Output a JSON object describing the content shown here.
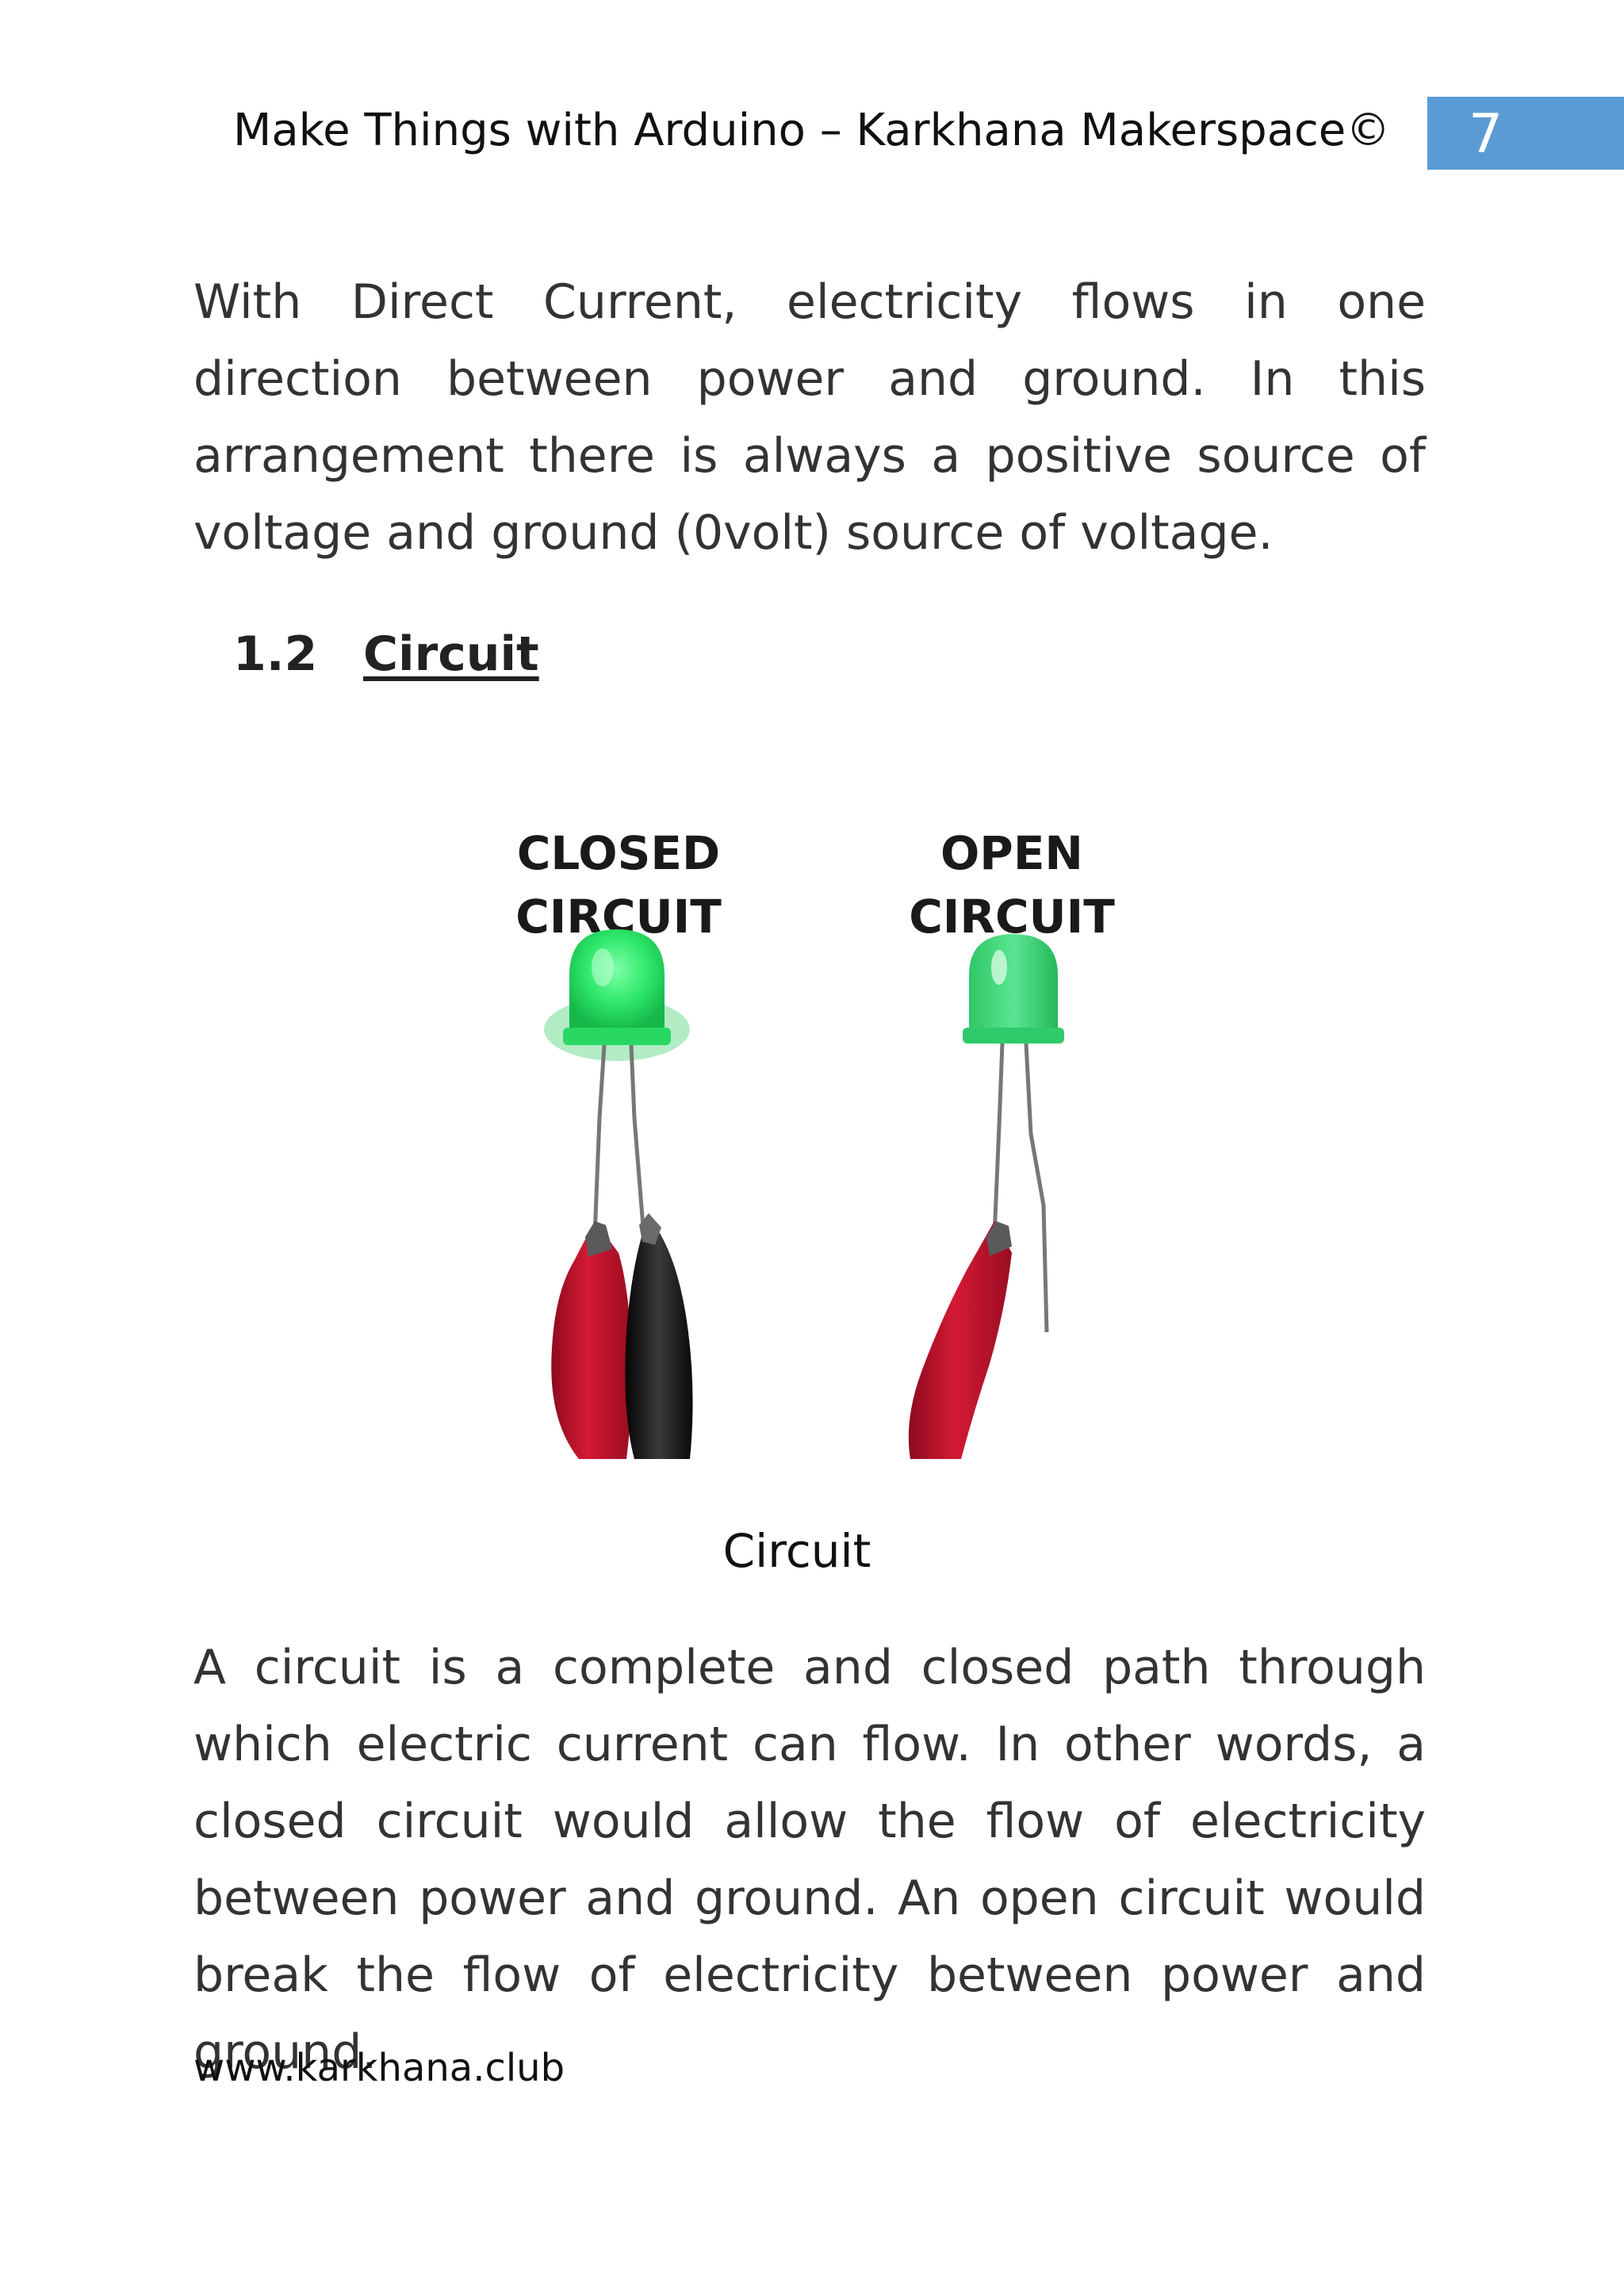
{
  "header": {
    "title": "Make Things with Arduino – Karkhana Makerspace©",
    "page_number": "7"
  },
  "paragraphs": {
    "direct_current": "With Direct Current, electricity flows in one direction between power and ground. In this arrangement there is always a positive source of voltage and ground (0volt) source of voltage.",
    "circuit_definition": "A circuit is a complete and closed path through which electric current can flow. In other words, a closed circuit would allow the flow of electricity between power and ground. An open circuit would break the flow of electricity between power and ground."
  },
  "section": {
    "number": "1.2",
    "title": "Circuit"
  },
  "figure": {
    "closed_label_line1": "CLOSED",
    "closed_label_line2": "CIRCUIT",
    "open_label_line1": "OPEN",
    "open_label_line2": "CIRCUIT",
    "caption": "Circuit",
    "colors": {
      "led_lit": "#2ee86a",
      "led_unlit": "#3ed878",
      "clip_red": "#c8102e",
      "clip_black": "#1a1a1a"
    }
  },
  "footer": {
    "website": "www.karkhana.club"
  }
}
